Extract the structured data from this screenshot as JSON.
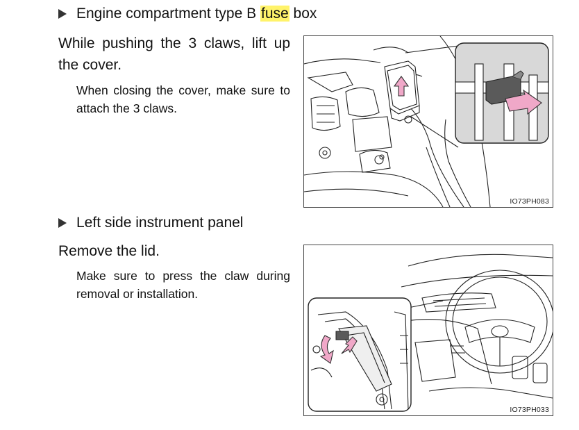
{
  "section1": {
    "heading_before": "Engine compartment type B ",
    "heading_highlight": "fuse",
    "heading_after": " box",
    "instruction": "While pushing the 3 claws, lift up the cover.",
    "note": "When closing the cover, make sure to attach the 3 claws.",
    "figure_code": "IO73PH083"
  },
  "section2": {
    "heading": "Left side instrument panel",
    "instruction": "Remove the lid.",
    "note": "Make sure to press the claw during removal or installation.",
    "figure_code": "IO73PH033"
  },
  "colors": {
    "highlight": "#fff36a",
    "arrow_fill": "#f0a8c8",
    "arrow_stroke": "#333333",
    "inset_bg": "#d8d8d8"
  }
}
